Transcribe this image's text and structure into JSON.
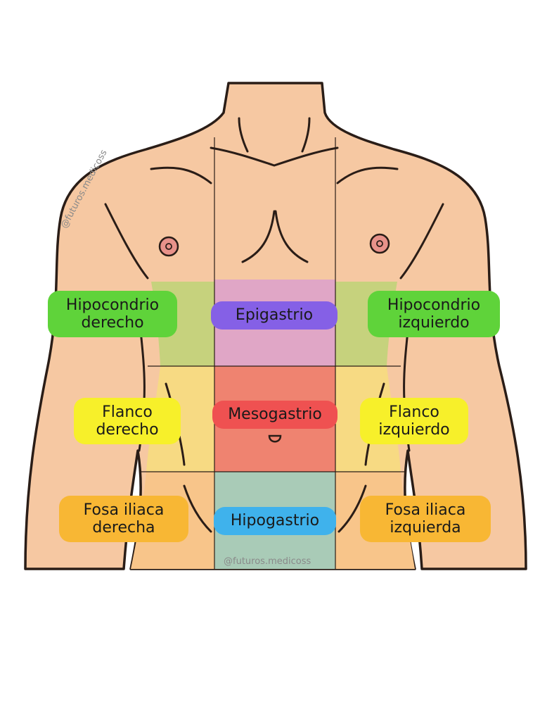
{
  "regions": [
    {
      "id": "hipocondrio-derecho",
      "lines": [
        "Hipocondrio",
        "derecho"
      ],
      "color": "#5fd33a",
      "zone": "#c6d27d"
    },
    {
      "id": "epigastrio",
      "lines": [
        "Epigastrio"
      ],
      "color": "#8560e6",
      "zone": "#e0a6c6"
    },
    {
      "id": "hipocondrio-izquierdo",
      "lines": [
        "Hipocondrio",
        "izquierdo"
      ],
      "color": "#5fd33a",
      "zone": "#c6d27d"
    },
    {
      "id": "flanco-derecho",
      "lines": [
        "Flanco",
        "derecho"
      ],
      "color": "#f7f02a",
      "zone": "#f7da83"
    },
    {
      "id": "mesogastrio",
      "lines": [
        "Mesogastrio"
      ],
      "color": "#ef5151",
      "zone": "#ef8370"
    },
    {
      "id": "flanco-izquierdo",
      "lines": [
        "Flanco",
        "izquierdo"
      ],
      "color": "#f7f02a",
      "zone": "#f7da83"
    },
    {
      "id": "fosa-iliaca-derecha",
      "lines": [
        "Fosa iliaca",
        "derecha"
      ],
      "color": "#f8b734",
      "zone": "#f8c58a"
    },
    {
      "id": "hipogastrio",
      "lines": [
        "Hipogastrio"
      ],
      "color": "#3fb2ec",
      "zone": "#a9cbb7"
    },
    {
      "id": "fosa-iliaca-izquierda",
      "lines": [
        "Fosa iliaca",
        "izquierda"
      ],
      "color": "#f8b734",
      "zone": "#f8c58a"
    }
  ],
  "watermark": "@futuros.medicoss",
  "colors": {
    "skin": "#f6c8a2",
    "outline": "#2a1d17",
    "nipple": "#e8928a",
    "background": "#ffffff"
  }
}
